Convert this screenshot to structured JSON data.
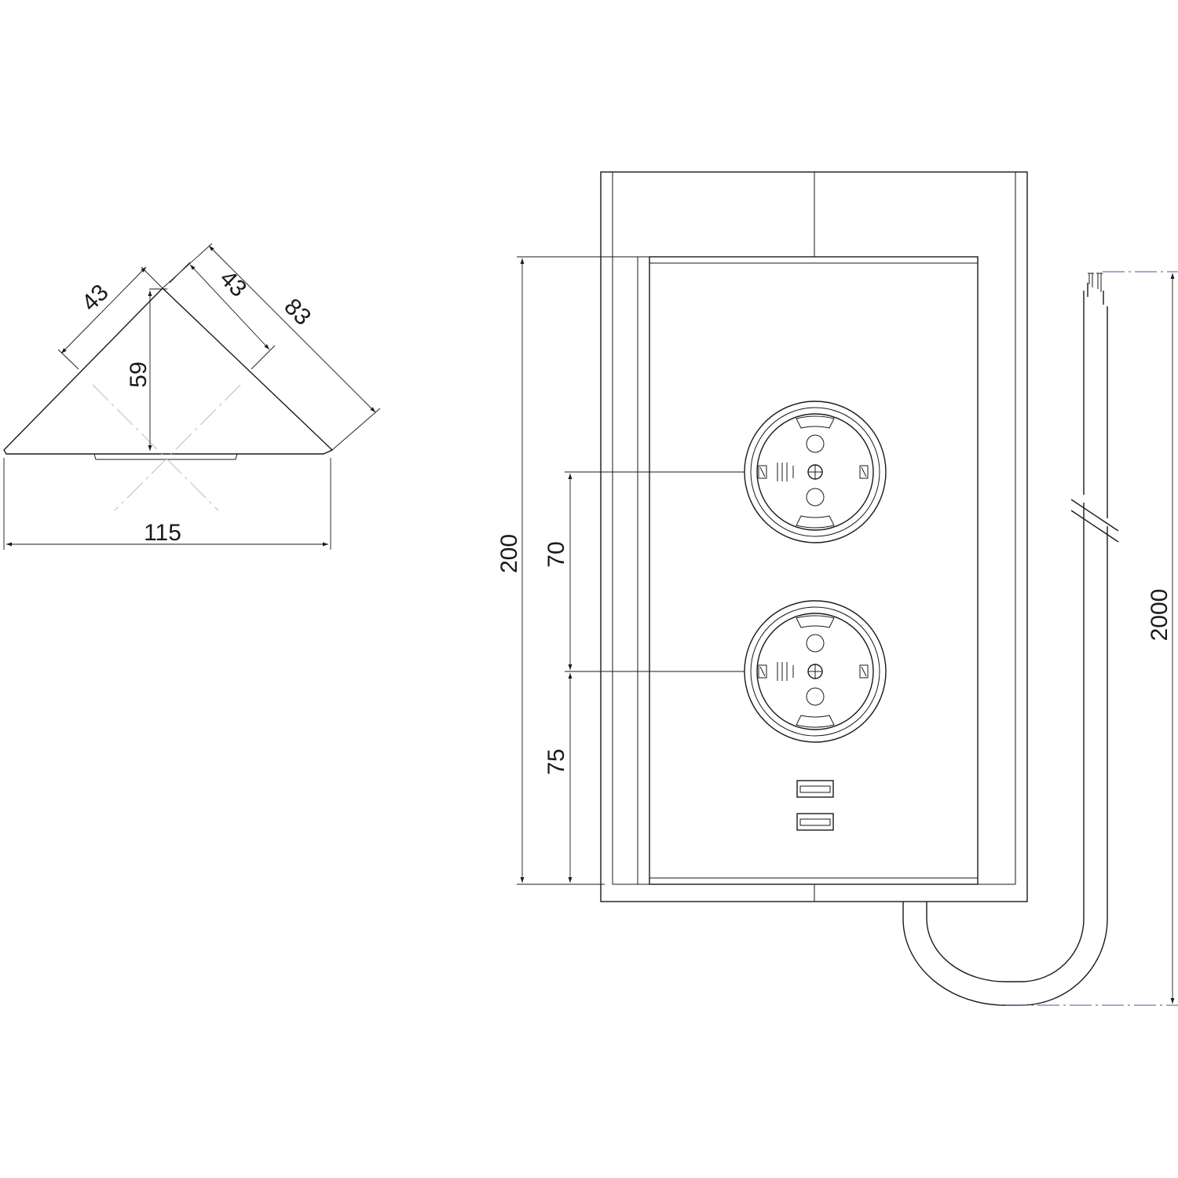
{
  "dimensions": {
    "side_width": "115",
    "side_height": "59",
    "side_left_43": "43",
    "side_right_43": "43",
    "side_diagonal": "83",
    "front_height": "200",
    "socket_spacing": "70",
    "bottom_offset": "75",
    "cable_length": "2000"
  }
}
